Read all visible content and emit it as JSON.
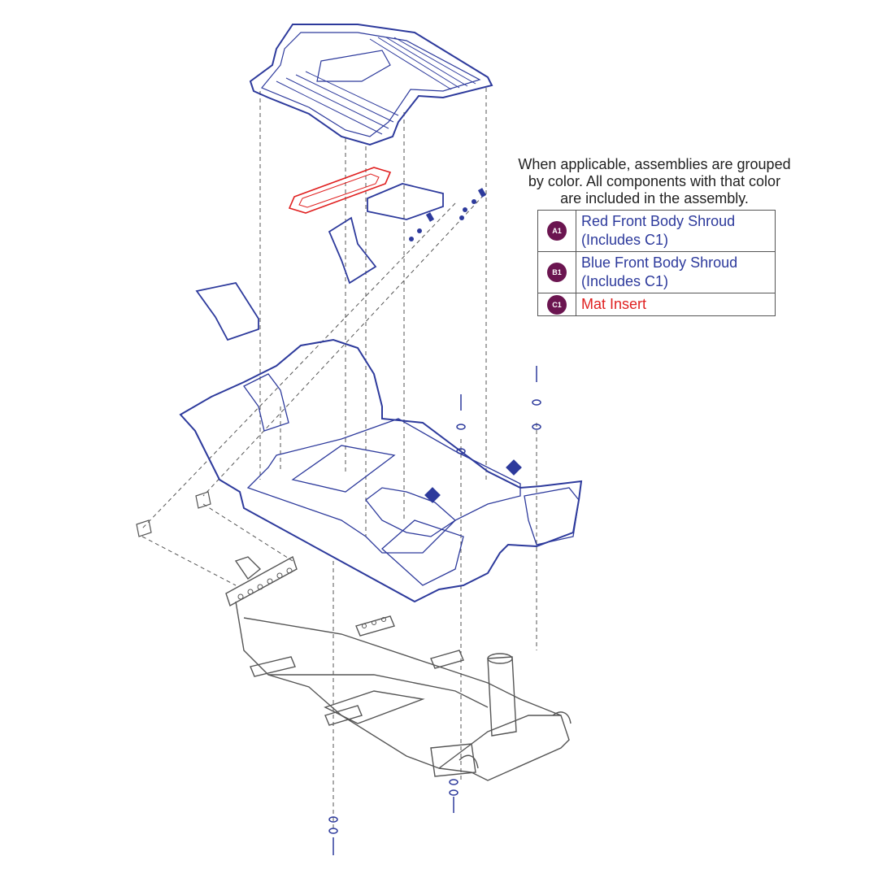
{
  "note_lines": [
    "When applicable, assemblies are grouped",
    "by color. All components with that color",
    "are included in the assembly."
  ],
  "legend": [
    {
      "badge": "A1",
      "lines": [
        "Red Front Body Shroud",
        "(Includes C1)"
      ],
      "color": "#2d3a9c"
    },
    {
      "badge": "B1",
      "lines": [
        "Blue Front Body Shroud",
        "(Includes C1)"
      ],
      "color": "#2d3a9c"
    },
    {
      "badge": "C1",
      "lines": [
        "Mat Insert"
      ],
      "color": "#e02020"
    }
  ],
  "colors": {
    "shroud_outline": "#2d3a9c",
    "mat_insert": "#e02020",
    "frame_outline": "#555555",
    "badge": "#6b1550"
  }
}
